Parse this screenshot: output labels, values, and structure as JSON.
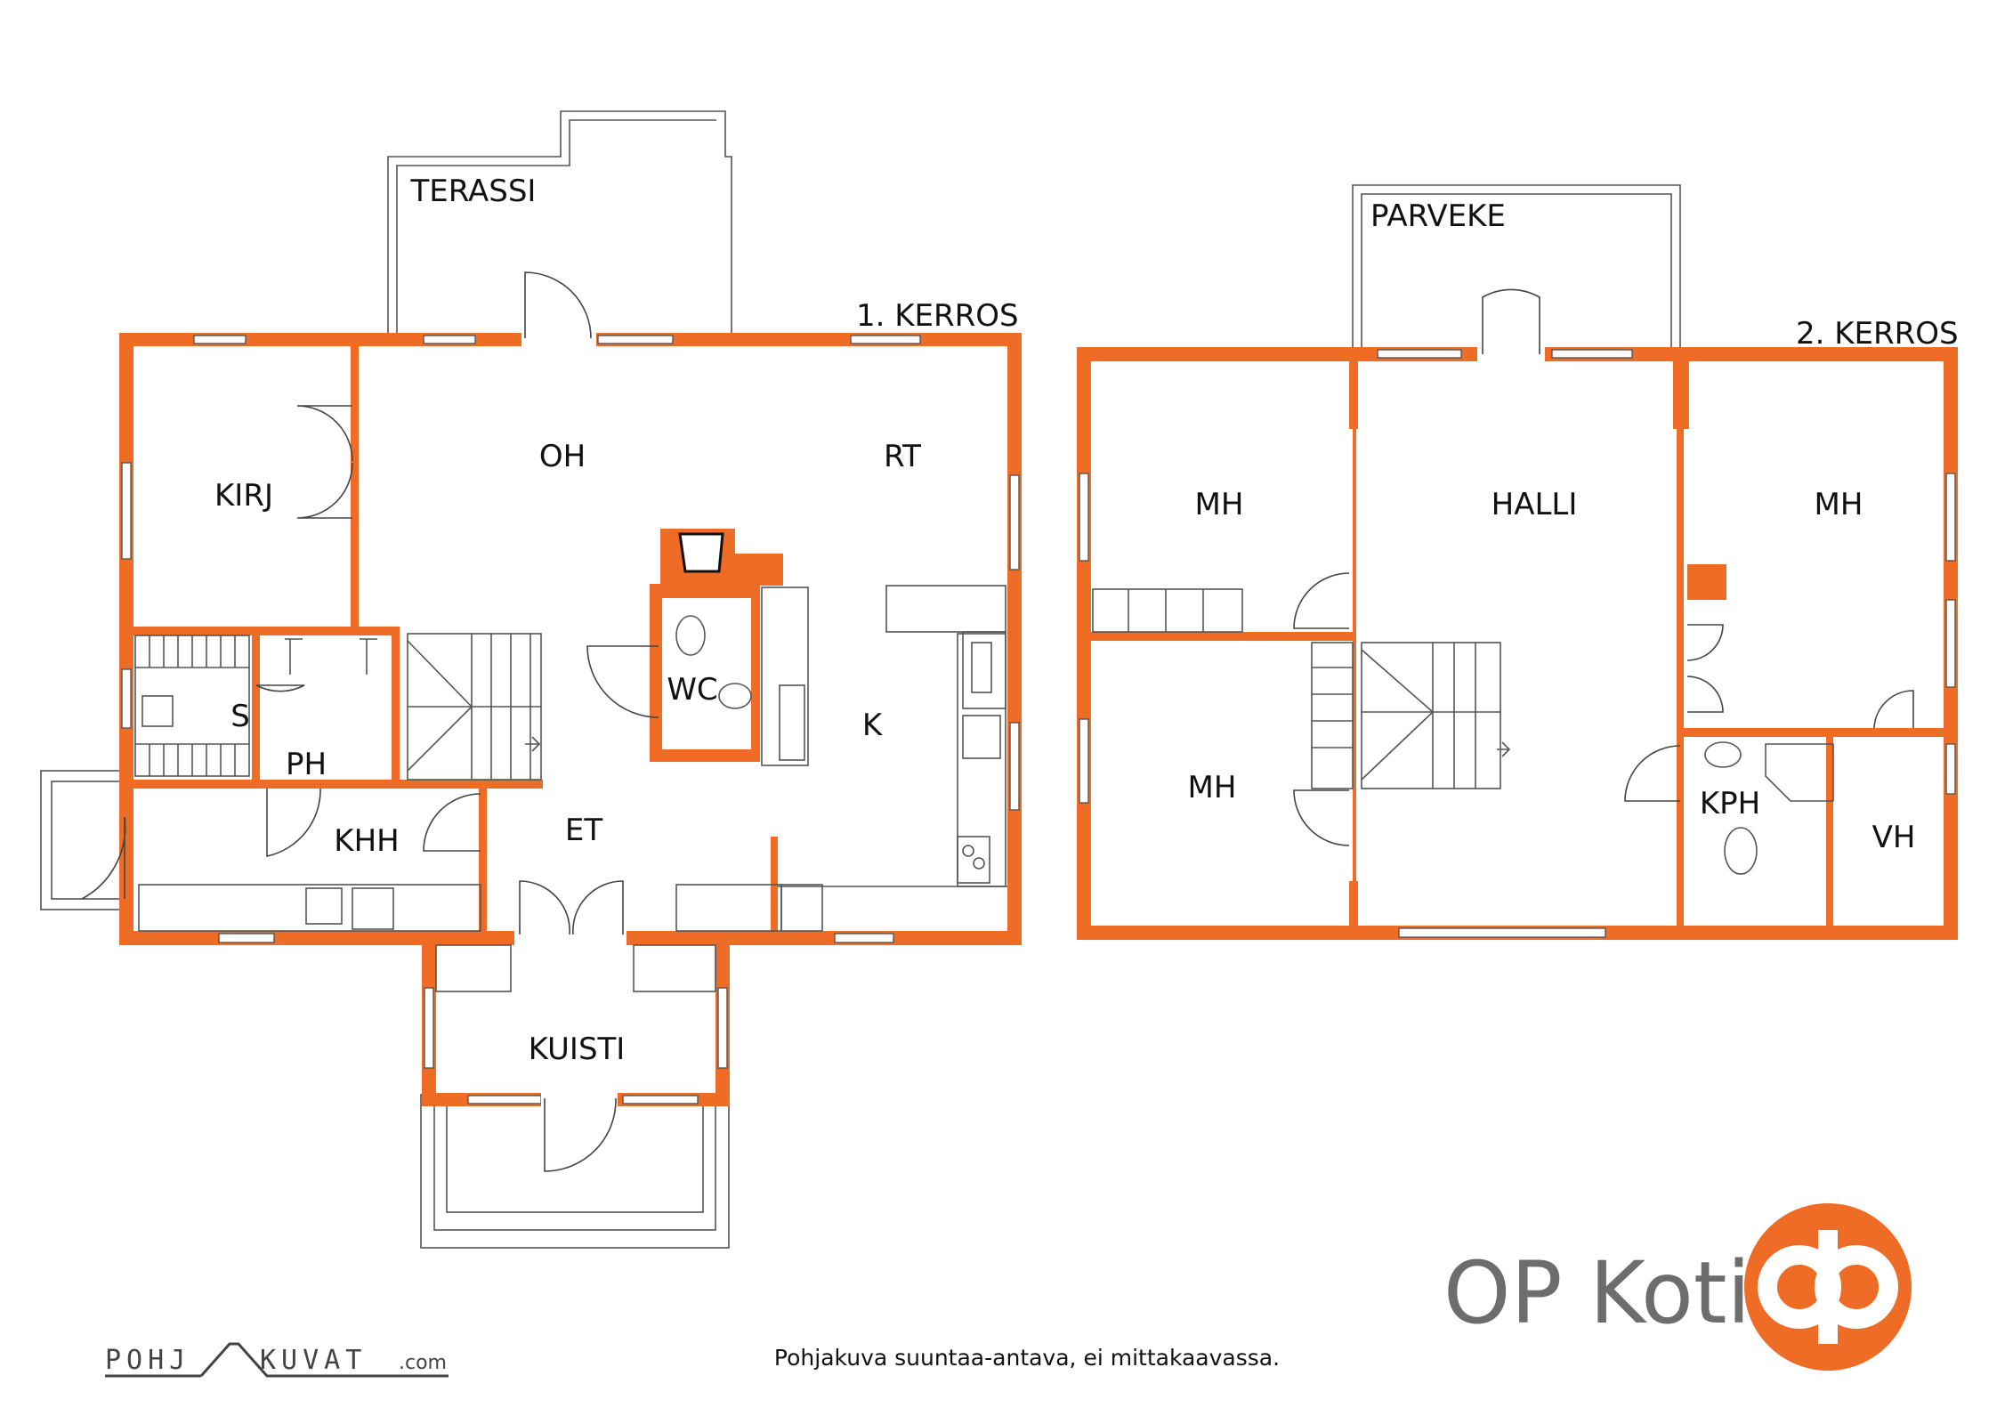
{
  "floor1": {
    "title": "1. KERROS",
    "rooms": {
      "terassi": "TERASSI",
      "oh": "OH",
      "rt": "RT",
      "kirj": "KIRJ",
      "wc": "WC",
      "k": "K",
      "s": "S",
      "ph": "PH",
      "khh": "KHH",
      "et": "ET",
      "kuisti": "KUISTI"
    }
  },
  "floor2": {
    "title": "2. KERROS",
    "rooms": {
      "parveke": "PARVEKE",
      "mh_left_top": "MH",
      "halli": "HALLI",
      "mh_right": "MH",
      "mh_left_bottom": "MH",
      "kph": "KPH",
      "vh": "VH"
    }
  },
  "footer": {
    "disclaimer": "Pohjakuva suuntaa-antava, ei mittakaavassa.",
    "credit_left": "POHJ",
    "credit_right": "KUVAT",
    "credit_domain": ".com"
  },
  "brand": {
    "name": "OP Koti",
    "logo_color": "#ee6c25"
  },
  "colors": {
    "wall": "#ee6c25",
    "line": "#555555"
  }
}
